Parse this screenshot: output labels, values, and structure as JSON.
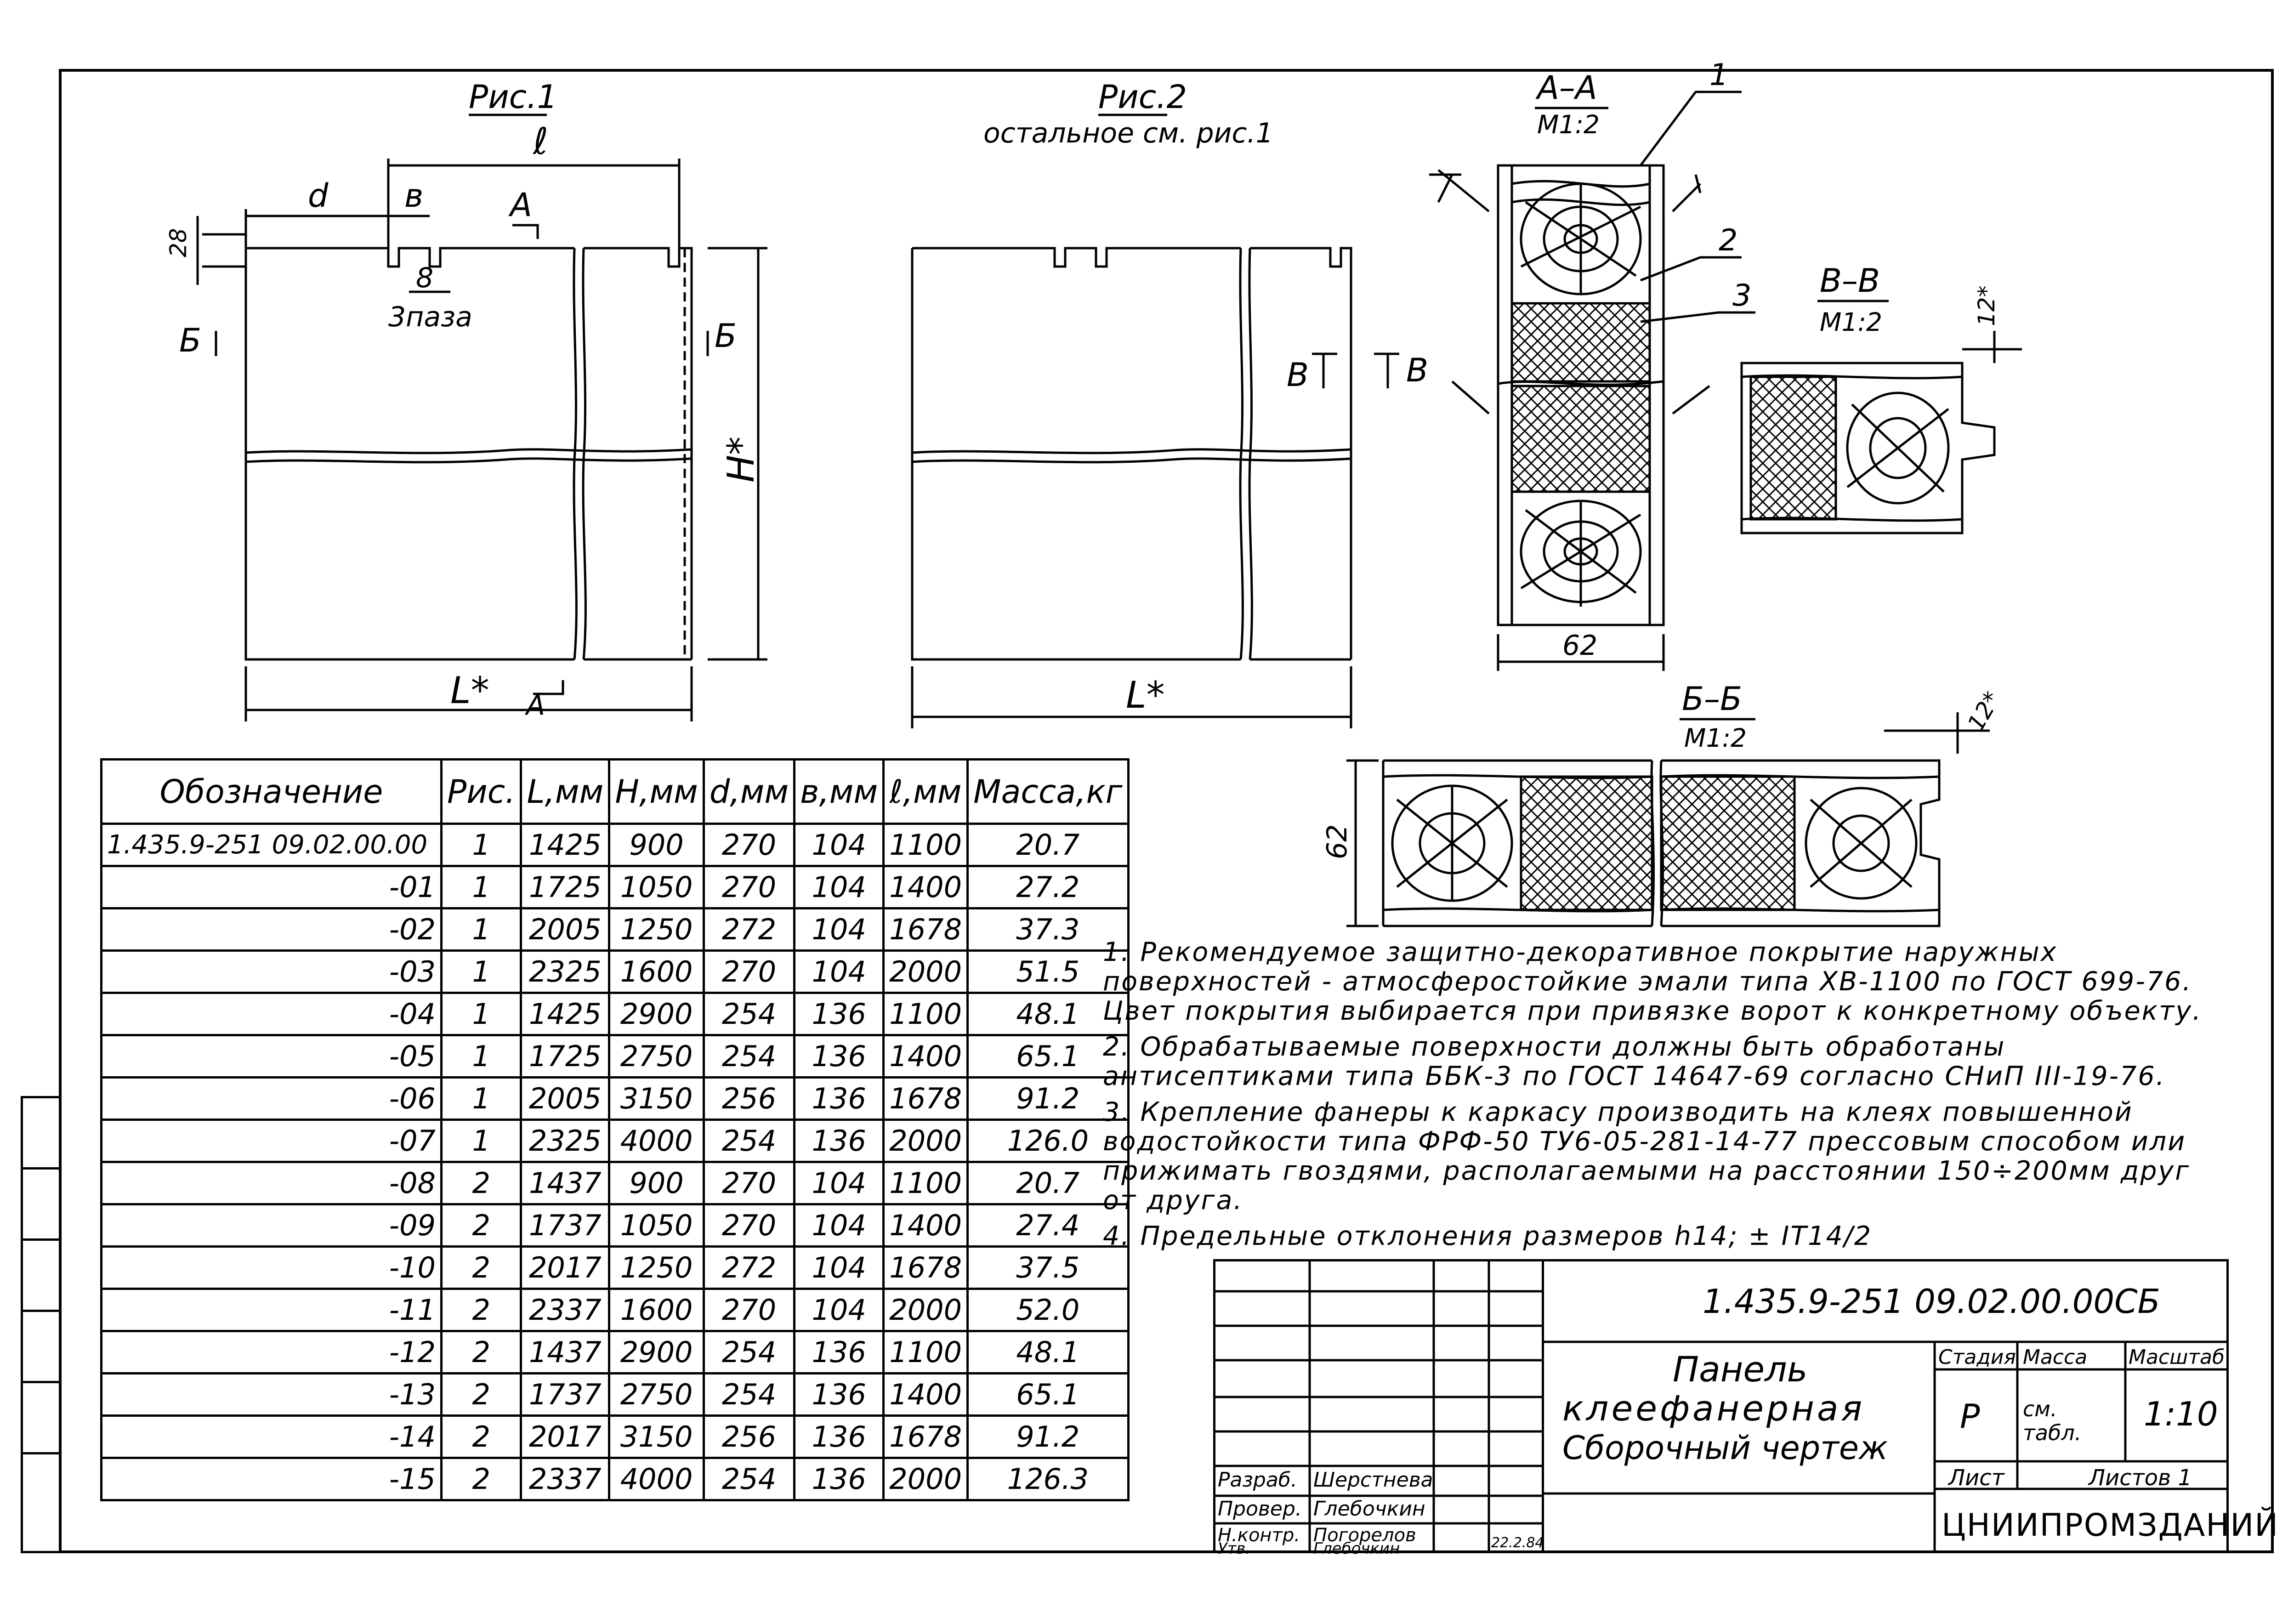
{
  "drawing": {
    "fig1": {
      "caption": "Рис.1",
      "dim_l": "ℓ",
      "dim_d": "d",
      "dim_b": "в",
      "dim_A": "А",
      "dim_28": "28",
      "dim_8": "8",
      "groove": "3паза",
      "cut_B": "Б",
      "dim_H": "H*",
      "dim_L": "L*",
      "cut_A2": "А"
    },
    "fig2": {
      "caption": "Рис.2",
      "subcaption": "остальное см. рис.1",
      "cut_V": "В",
      "dim_L": "L*"
    },
    "sec_AA": {
      "title": "А–А",
      "scale": "М1:2",
      "pos1": "1",
      "pos2": "2",
      "pos3": "3",
      "dim_62": "62"
    },
    "sec_VV": {
      "title": "В–В",
      "scale": "М1:2",
      "dim_12": "12*"
    },
    "sec_BB": {
      "title": "Б–Б",
      "scale": "М1:2",
      "dim_62": "62",
      "dim_12": "12*"
    }
  },
  "table": {
    "headers": [
      "Обозначение",
      "Рис.",
      "L,мм",
      "H,мм",
      "d,мм",
      "в,мм",
      "ℓ,мм",
      "Масса,кг"
    ],
    "rows": [
      [
        "1.435.9-251 09.02.00.00",
        "1",
        "1425",
        "900",
        "270",
        "104",
        "1100",
        "20.7"
      ],
      [
        "-01",
        "1",
        "1725",
        "1050",
        "270",
        "104",
        "1400",
        "27.2"
      ],
      [
        "-02",
        "1",
        "2005",
        "1250",
        "272",
        "104",
        "1678",
        "37.3"
      ],
      [
        "-03",
        "1",
        "2325",
        "1600",
        "270",
        "104",
        "2000",
        "51.5"
      ],
      [
        "-04",
        "1",
        "1425",
        "2900",
        "254",
        "136",
        "1100",
        "48.1"
      ],
      [
        "-05",
        "1",
        "1725",
        "2750",
        "254",
        "136",
        "1400",
        "65.1"
      ],
      [
        "-06",
        "1",
        "2005",
        "3150",
        "256",
        "136",
        "1678",
        "91.2"
      ],
      [
        "-07",
        "1",
        "2325",
        "4000",
        "254",
        "136",
        "2000",
        "126.0"
      ],
      [
        "-08",
        "2",
        "1437",
        "900",
        "270",
        "104",
        "1100",
        "20.7"
      ],
      [
        "-09",
        "2",
        "1737",
        "1050",
        "270",
        "104",
        "1400",
        "27.4"
      ],
      [
        "-10",
        "2",
        "2017",
        "1250",
        "272",
        "104",
        "1678",
        "37.5"
      ],
      [
        "-11",
        "2",
        "2337",
        "1600",
        "270",
        "104",
        "2000",
        "52.0"
      ],
      [
        "-12",
        "2",
        "1437",
        "2900",
        "254",
        "136",
        "1100",
        "48.1"
      ],
      [
        "-13",
        "2",
        "1737",
        "2750",
        "254",
        "136",
        "1400",
        "65.1"
      ],
      [
        "-14",
        "2",
        "2017",
        "3150",
        "256",
        "136",
        "1678",
        "91.2"
      ],
      [
        "-15",
        "2",
        "2337",
        "4000",
        "254",
        "136",
        "2000",
        "126.3"
      ]
    ]
  },
  "notes": [
    "1. Рекомендуемое защитно-декоративное покрытие наружных поверхностей - атмосферостойкие эмали типа ХВ-1100 по ГОСТ 699-76. Цвет покрытия выбирается при привязке ворот к конкретному объекту.",
    "2. Обрабатываемые поверхности должны быть обработаны антисептиками типа ББК-3 по ГОСТ 14647-69 согласно СНиП III-19-76.",
    "3. Крепление фанеры к каркасу производить на клеях повышенной водостойкости типа ФРФ-50 ТУ6-05-281-14-77 прессовым способом или прижимать гвоздями, располагаемыми на расстоянии 150÷200мм друг от друга.",
    "4. Предельные отклонения размеров h14; ± IT14/2"
  ],
  "titleblock": {
    "code": "1.435.9-251 09.02.00.00СБ",
    "name_line1": "Панель",
    "name_line2": "клеефанерная",
    "name_line3": "Сборочный чертеж",
    "stage_h": "Стадия",
    "mass_h": "Масса",
    "scale_h": "Масштаб",
    "stage": "Р",
    "mass": "см. табл.",
    "scale": "1:10",
    "sheet_h": "Лист",
    "sheets_h": "Листов 1",
    "org": "ЦНИИПРОМЗДАНИЙ",
    "roles": [
      "Разраб.",
      "Провер.",
      "Н.контр.",
      "Утв."
    ],
    "names": [
      "Шерстнева",
      "Глебочкин",
      "Погорелов",
      "Глебочкин"
    ],
    "date": "22.2.84"
  }
}
